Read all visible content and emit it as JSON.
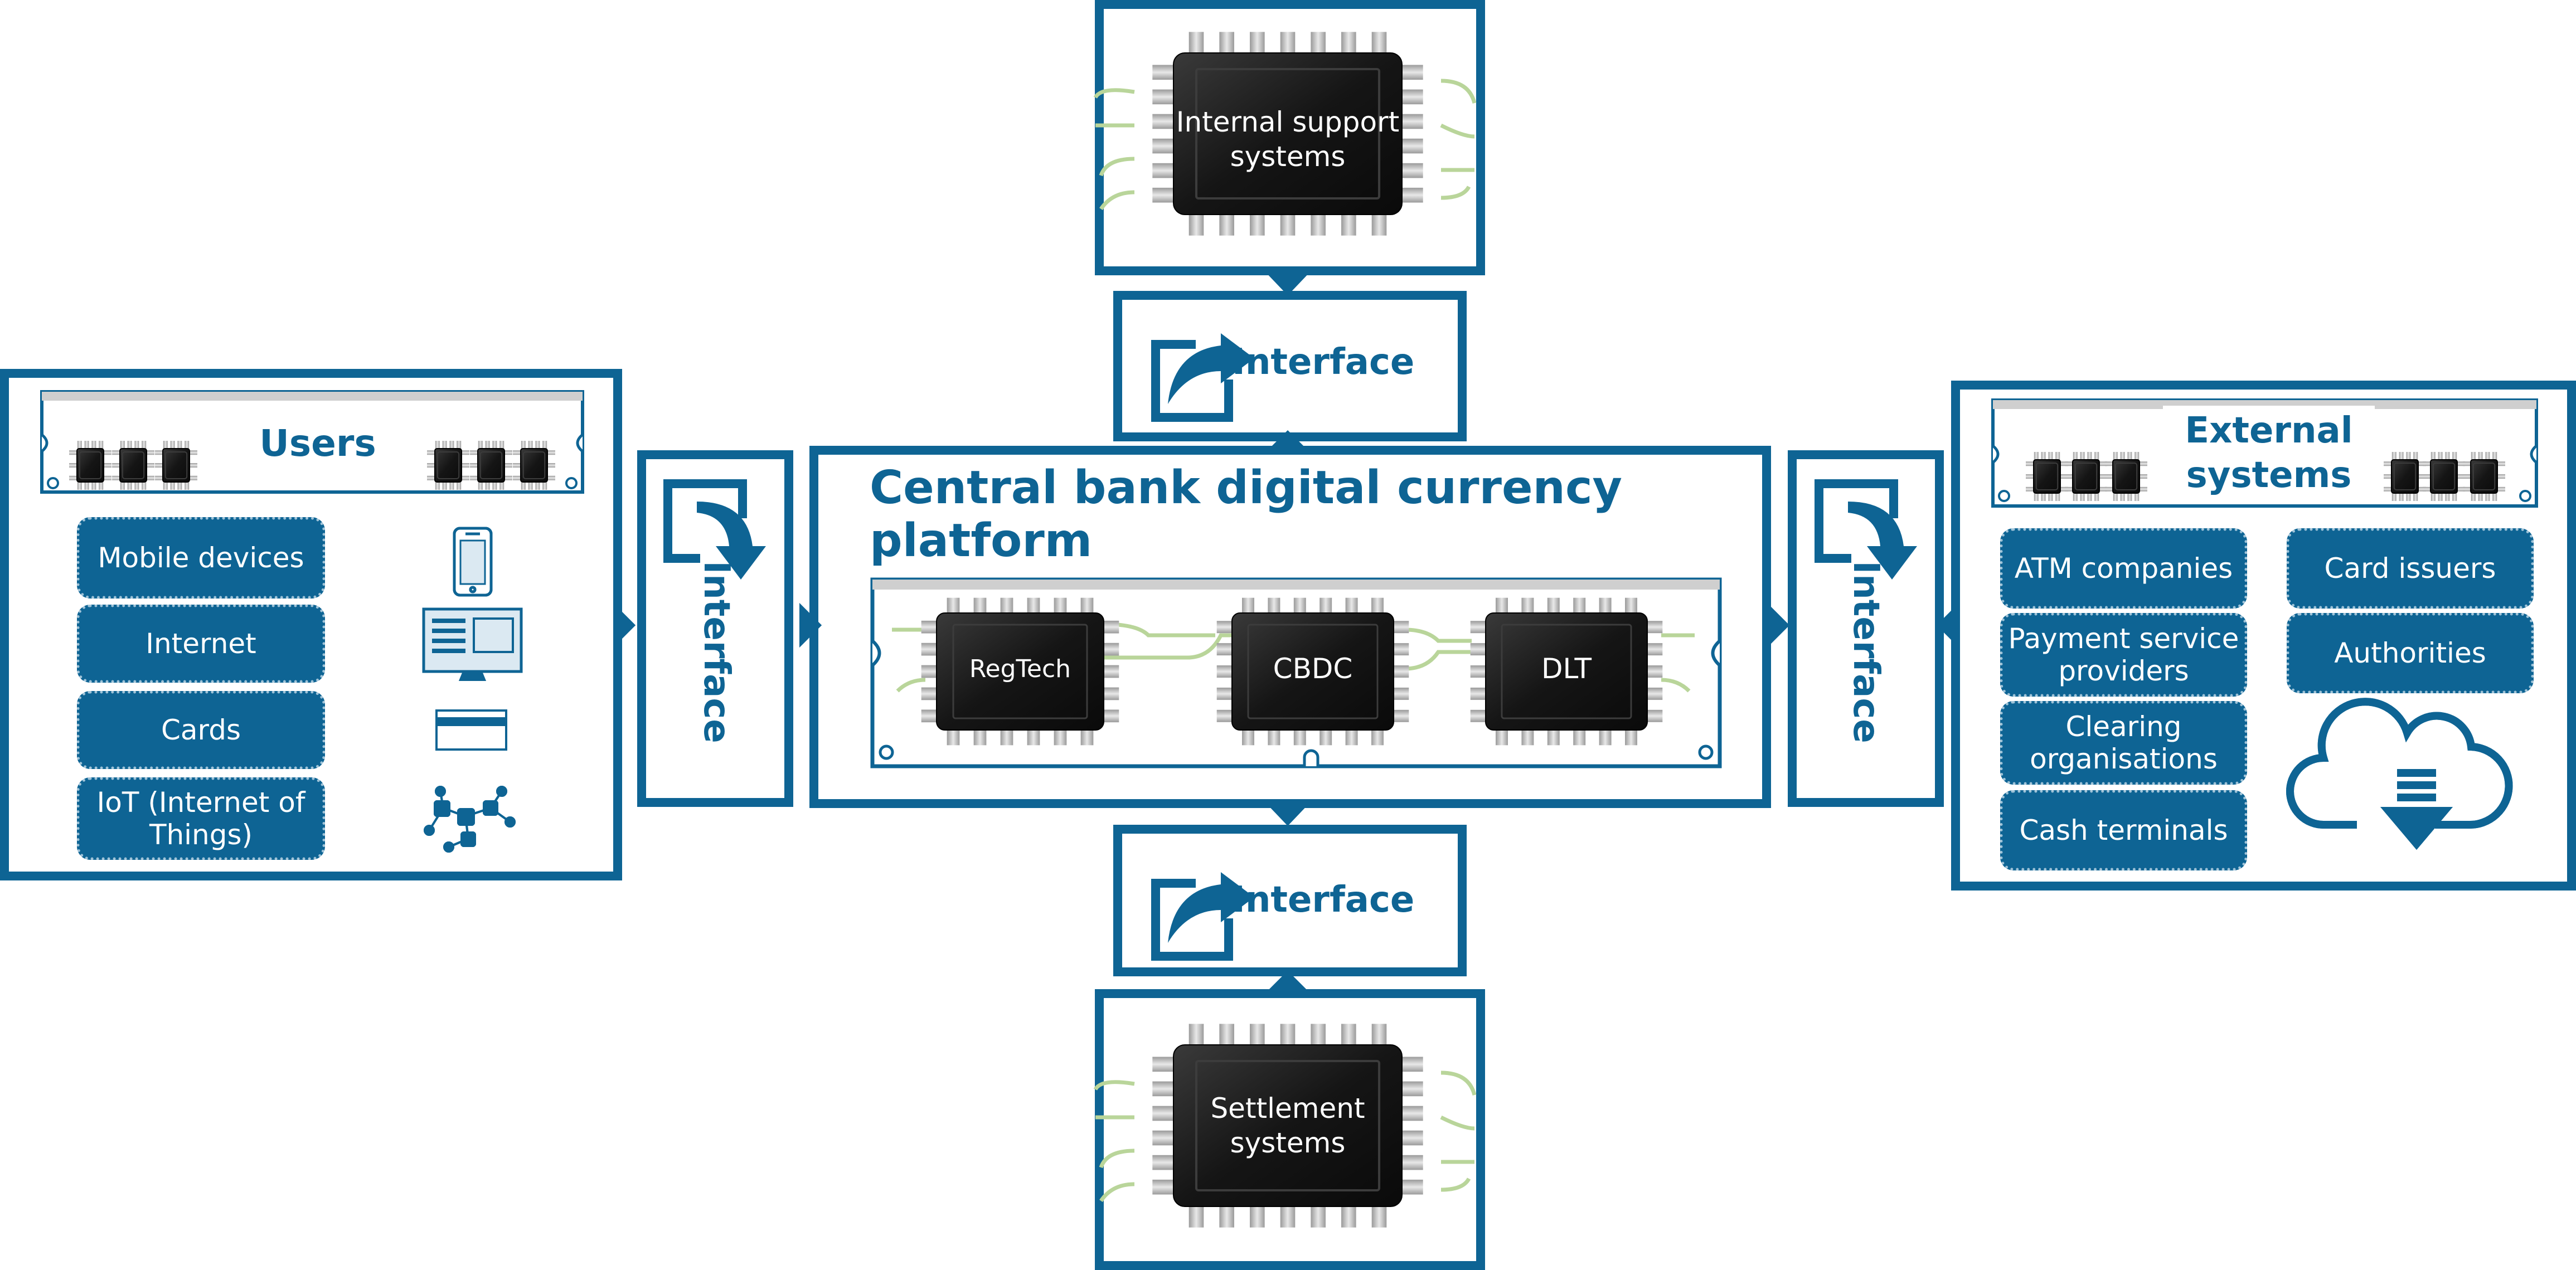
{
  "platform": {
    "title": "Central bank digital currency platform",
    "chips": [
      "RegTech",
      "CBDC",
      "DLT"
    ]
  },
  "top_chip": {
    "label": "Internal support systems"
  },
  "bottom_chip": {
    "label": "Settlement systems"
  },
  "interfaces": {
    "top": "Interface",
    "bottom": "Interface",
    "left": "Interface",
    "right": "Interface"
  },
  "users": {
    "title": "Users",
    "items": [
      "Mobile devices",
      "Internet",
      "Cards",
      "IoT (Internet of Things)"
    ],
    "icons": [
      "smartphone-icon",
      "computer-monitor-icon",
      "credit-card-icon",
      "network-nodes-icon"
    ]
  },
  "external": {
    "title": "External systems",
    "left_items": [
      "ATM companies",
      "Payment service providers",
      "Clearing organisations",
      "Cash terminals"
    ],
    "right_items": [
      "Card issuers",
      "Authorities"
    ],
    "icon": "cloud-download-icon"
  },
  "colors": {
    "accent": "#0e6494",
    "chip": "#1e1e1e",
    "trace": "#b9d59a",
    "pin": "#bdbdbd",
    "pill_border": "#9fc3d8"
  }
}
